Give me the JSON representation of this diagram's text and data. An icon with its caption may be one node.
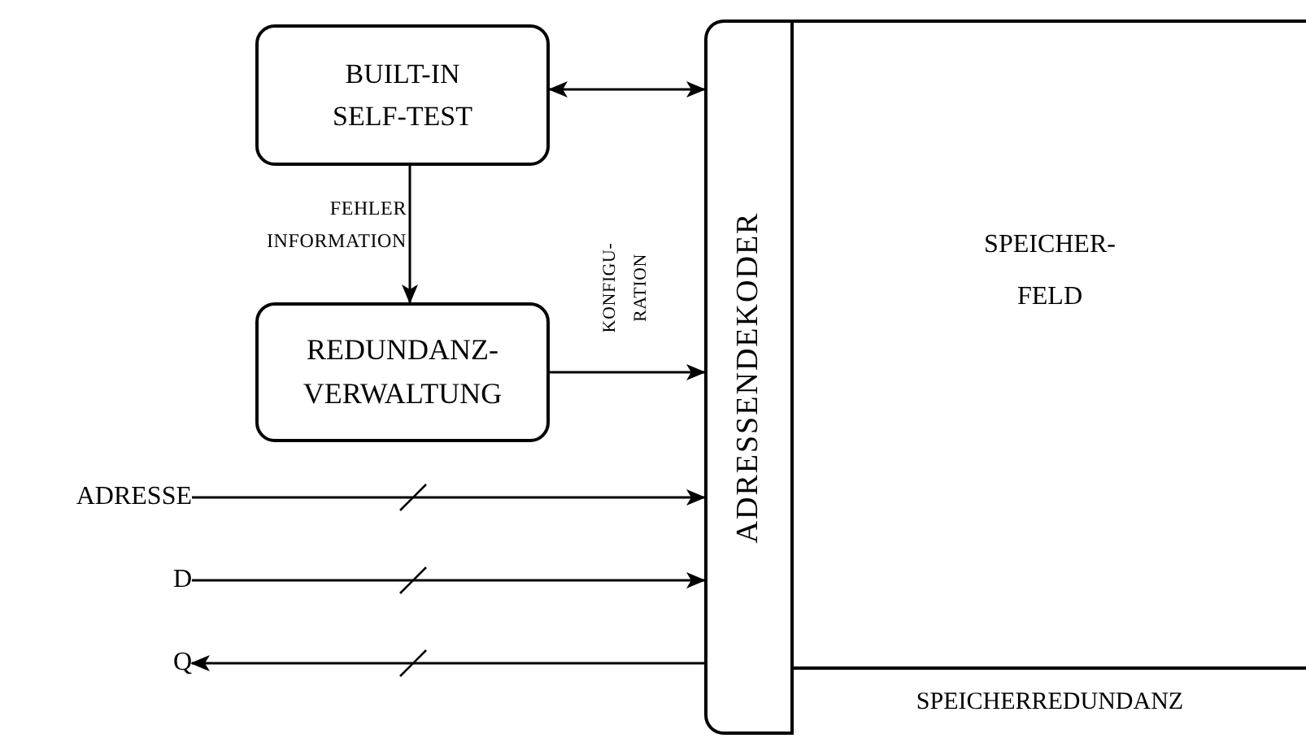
{
  "diagram": {
    "nodes": [
      {
        "text": [
          "BUILT-IN SELF-TEST"
        ]
      },
      {
        "text": [
          "REDUNDANZ- VERWALTUNG"
        ]
      },
      {
        "text": [
          "ADRESSENDEKODER"
        ]
      },
      {
        "text": [
          "SPEICHER- FELD"
        ]
      },
      {
        "text": [
          "SPEICHERREDUNDANZ"
        ]
      },
      {
        "text": [
          "ADRESSE"
        ]
      },
      {
        "text": [
          "D"
        ]
      },
      {
        "text": [
          "Q"
        ]
      }
    ],
    "edges": [
      {
        "from": 0,
        "to": 2,
        "arrow": "both"
      },
      {
        "from": 0,
        "to": 1,
        "arrow": "to",
        "label": "FEHLER INFORMATION"
      },
      {
        "from": 1,
        "to": 2,
        "arrow": "to",
        "label": "KONFIGU- RATION"
      },
      {
        "from": 5,
        "to": 2,
        "arrow": "to"
      },
      {
        "from": 6,
        "to": 2,
        "arrow": "to"
      },
      {
        "from": 2,
        "to": 7,
        "arrow": "to"
      }
    ]
  }
}
